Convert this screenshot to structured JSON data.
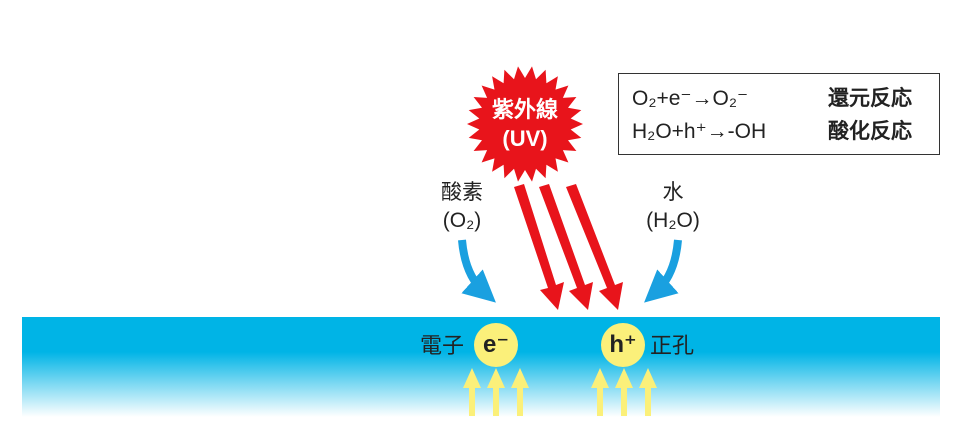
{
  "uv": {
    "line1": "紫外線",
    "line2": "(UV)"
  },
  "legend": {
    "rows": [
      {
        "equation": "O₂+e⁻→O₂⁻",
        "reaction": "還元反応"
      },
      {
        "equation": "H₂O+h⁺→-OH",
        "reaction": "酸化反応"
      }
    ]
  },
  "oxygen": {
    "line1": "酸素",
    "line2": "(O₂)"
  },
  "water": {
    "line1": "水",
    "line2": "(H₂O)"
  },
  "electron": {
    "label": "電子",
    "symbol": "e⁻"
  },
  "hole": {
    "label": "正孔",
    "symbol": "h⁺"
  },
  "colors": {
    "surface": "#00b4e6",
    "uv": "#e8141b",
    "arrow_blue": "#1aa0e0",
    "particle": "#fbf07a"
  }
}
